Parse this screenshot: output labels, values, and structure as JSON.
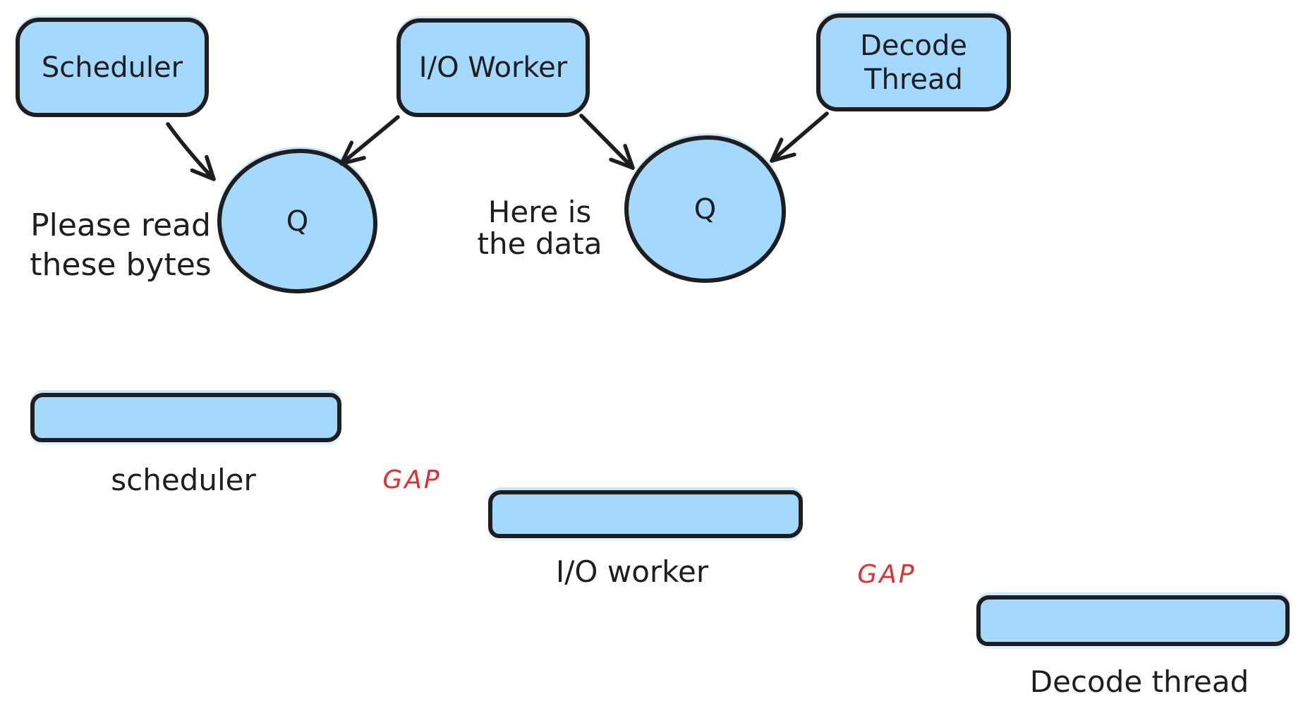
{
  "diagram": {
    "scheduler_box": {
      "label": "Scheduler"
    },
    "io_worker_box": {
      "label": "I/O Worker"
    },
    "decode_thread_box": {
      "line1": "Decode",
      "line2": "Thread"
    },
    "queue1": {
      "label": "Q"
    },
    "queue2": {
      "label": "Q"
    },
    "note_scheduler_to_q1": {
      "line1": "Please read",
      "line2": "these bytes"
    },
    "note_io_to_q2": {
      "line1": "Here is",
      "line2": "the data"
    },
    "timeline": {
      "scheduler_bar_label": "scheduler",
      "io_worker_bar_label": "I/O worker",
      "decode_thread_bar_label": "Decode thread",
      "gap1_label": "GAP",
      "gap2_label": "GAP"
    },
    "colors": {
      "shape_fill": "#a5d8ff",
      "stroke": "#1e1e1e",
      "gap_text": "#e03131",
      "background": "#ffffff"
    }
  }
}
